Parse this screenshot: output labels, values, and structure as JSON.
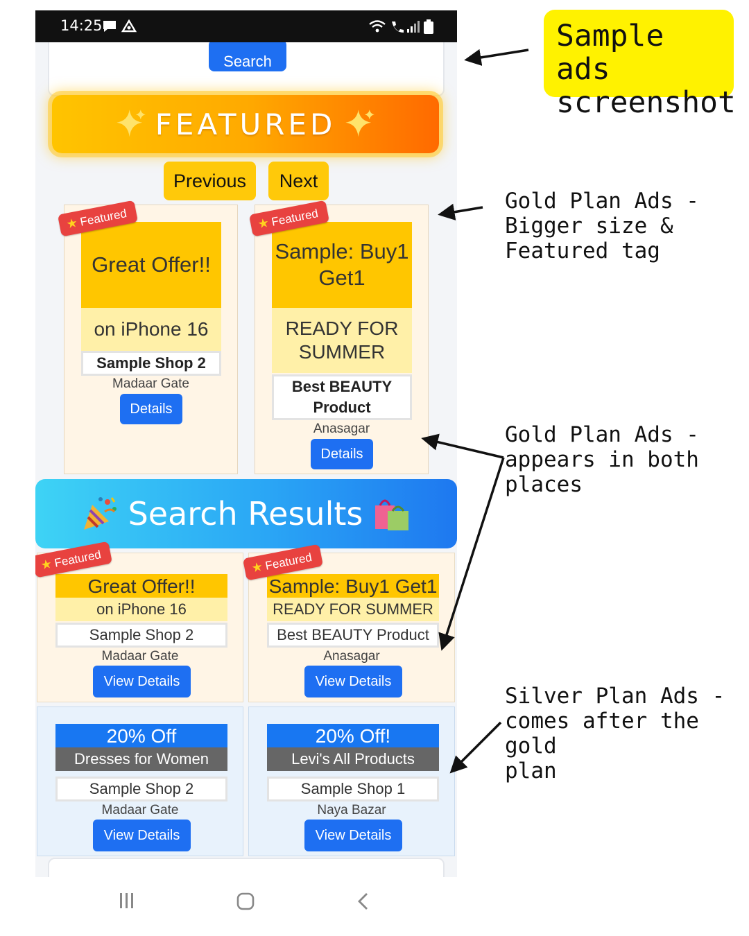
{
  "status_bar": {
    "time": "14:25"
  },
  "search": {
    "button_label": "Search"
  },
  "featured": {
    "title": "FEATURED",
    "previous_label": "Previous",
    "next_label": "Next",
    "ribbon_label": "Featured",
    "cards": [
      {
        "headline": "Great Offer!!",
        "subline": "on iPhone 16",
        "shop": "Sample Shop 2",
        "location": "Madaar Gate",
        "button": "Details"
      },
      {
        "headline": "Sample: Buy1 Get1",
        "subline": "READY FOR SUMMER",
        "shop": "Best BEAUTY Product",
        "location": "Anasagar",
        "button": "Details"
      }
    ]
  },
  "results": {
    "title": "Search Results",
    "gold_cards": [
      {
        "ribbon": "Featured",
        "title": "Great Offer!!",
        "subtitle": "on iPhone 16",
        "shop": "Sample Shop 2",
        "location": "Madaar Gate",
        "button": "View Details"
      },
      {
        "ribbon": "Featured",
        "title": "Sample: Buy1 Get1",
        "subtitle": "READY FOR SUMMER",
        "shop": "Best BEAUTY Product",
        "location": "Anasagar",
        "button": "View Details"
      }
    ],
    "silver_cards": [
      {
        "title": "20% Off",
        "subtitle": "Dresses for Women",
        "shop": "Sample Shop 2",
        "location": "Madaar Gate",
        "button": "View Details"
      },
      {
        "title": "20% Off!",
        "subtitle": "Levi's All Products",
        "shop": "Sample Shop 1",
        "location": "Naya Bazar",
        "button": "View Details"
      }
    ]
  },
  "annotations": {
    "title": "Sample ads screenshot",
    "gold_size": [
      "Gold Plan Ads -",
      "Bigger size &",
      "Featured tag"
    ],
    "gold_both": [
      "Gold Plan Ads -",
      "appears in both",
      "places"
    ],
    "silver": [
      "Silver Plan Ads -",
      "comes after the gold",
      "plan"
    ]
  },
  "colors": {
    "primary_blue": "#1e6ff2",
    "gold_header": "#ffc600",
    "gold_sub": "#fff0a8",
    "silver_header": "#1877f2",
    "silver_sub": "#666666",
    "ribbon_red": "#e8423f",
    "annotation_yellow": "#fff200"
  }
}
